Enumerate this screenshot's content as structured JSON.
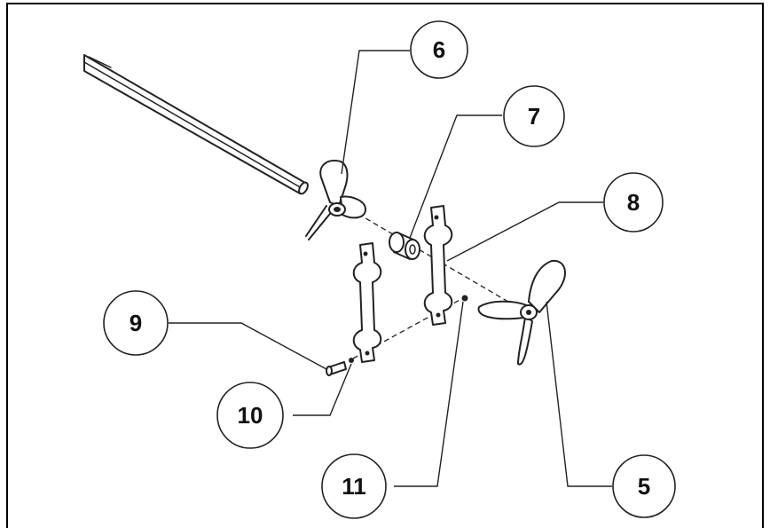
{
  "callouts": [
    {
      "id": "6",
      "label": "6"
    },
    {
      "id": "7",
      "label": "7"
    },
    {
      "id": "8",
      "label": "8"
    },
    {
      "id": "9",
      "label": "9"
    },
    {
      "id": "10",
      "label": "10"
    },
    {
      "id": "11",
      "label": "11"
    },
    {
      "id": "5",
      "label": "5"
    }
  ],
  "colors": {
    "line": "#222222",
    "background": "#ffffff",
    "border": "#000000"
  }
}
